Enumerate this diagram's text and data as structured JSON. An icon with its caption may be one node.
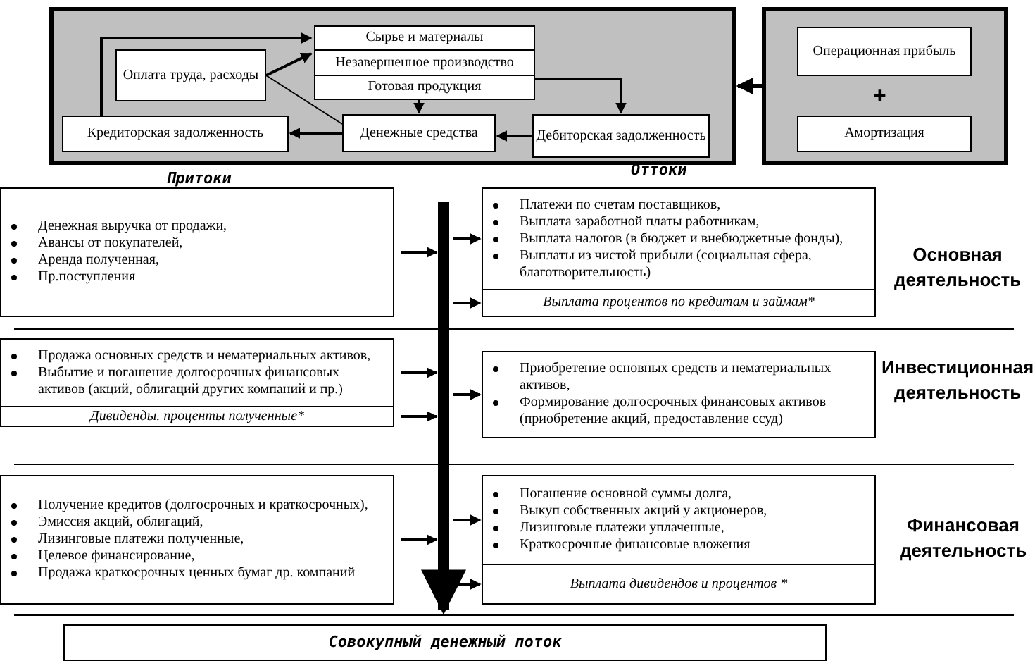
{
  "diagram": {
    "nodes": [
      {
        "text": [],
        "shape": "box"
      },
      {
        "text": [
          "Сырье и материалы"
        ],
        "in": 0
      },
      {
        "text": [
          "Незавершенное производство"
        ],
        "in": 0
      },
      {
        "text": [
          "Готовая продукция"
        ],
        "in": 0
      },
      {
        "text": [
          "Оплата труда, расходы"
        ],
        "in": 0
      },
      {
        "text": [
          "Кредиторская задолженность"
        ],
        "in": 0
      },
      {
        "text": [
          "Денежные средства"
        ],
        "in": 0
      },
      {
        "text": [
          "Дебиторская задолженность"
        ],
        "in": 0
      },
      {
        "text": [],
        "shape": "box"
      },
      {
        "text": [
          "Операционная прибыль"
        ],
        "in": 8
      },
      {
        "text": [
          "Амортизация"
        ],
        "in": 8
      },
      {
        "text": [
          "Денежная выручка от продажи,",
          "Авансы от покупателей,",
          "Аренда полученная,",
          "Пр.поступления"
        ]
      },
      {
        "text": [
          "Платежи по счетам поставщиков,",
          "Выплата заработной платы работникам,",
          "Выплата налогов (в бюджет и внебюджетные фонды),",
          "Выплаты из чистой прибыли (социальная сфера, благотворительность)"
        ]
      },
      {
        "text": [
          "Выплата процентов по кредитам и займам*"
        ]
      },
      {
        "text": [],
        "shape": "bar"
      },
      {
        "text": [
          "Продажа основных средств и нематериальных активов,",
          "Выбытие и погашение долгосрочных финансовых активов (акций, облигаций других компаний и пр.)"
        ]
      },
      {
        "text": [
          "Дивиденды. проценты полученные*"
        ]
      },
      {
        "text": [
          "Приобретение основных средств и нематериальных активов,",
          "Формирование долгосрочных финансовых активов (приобретение акций, предоставление ссуд)"
        ]
      },
      {
        "text": [
          "Получение кредитов (долгосрочных и краткосрочных),",
          "Эмиссия акций, облигаций,",
          "Лизинговые платежи полученные,",
          "Целевое финансирование,",
          "Продажа краткосрочных ценных бумаг др. компаний"
        ]
      },
      {
        "text": [
          "Погашение основной суммы долга,",
          "Выкуп собственных акций у акционеров,",
          "Лизинговые платежи уплаченные,",
          "Краткосрочные финансовые вложения"
        ]
      },
      {
        "text": [
          "Выплата дивидендов и процентов *"
        ]
      },
      {
        "text": [
          "Совокупный денежный поток"
        ]
      }
    ],
    "edges": [
      {
        "from": 5,
        "to": 1,
        "arrow": "to"
      },
      {
        "from": 4,
        "to": 2,
        "arrow": "to"
      },
      {
        "from": 4,
        "to": 6,
        "arrow": "none"
      },
      {
        "from": 3,
        "to": 6,
        "arrow": "to"
      },
      {
        "from": 3,
        "to": 7,
        "arrow": "to"
      },
      {
        "from": 7,
        "to": 6,
        "arrow": "to"
      },
      {
        "from": 6,
        "to": 5,
        "arrow": "to"
      },
      {
        "from": 8,
        "to": 0,
        "arrow": "to"
      },
      {
        "from": 11,
        "to": 14,
        "arrow": "to"
      },
      {
        "from": 14,
        "to": 12,
        "arrow": "to"
      },
      {
        "from": 14,
        "to": 13,
        "arrow": "to"
      },
      {
        "from": 15,
        "to": 14,
        "arrow": "to"
      },
      {
        "from": 16,
        "to": 14,
        "arrow": "to"
      },
      {
        "from": 14,
        "to": 17,
        "arrow": "to"
      },
      {
        "from": 18,
        "to": 14,
        "arrow": "to"
      },
      {
        "from": 14,
        "to": 19,
        "arrow": "to"
      },
      {
        "from": 14,
        "to": 20,
        "arrow": "to"
      },
      {
        "from": 14,
        "to": 21,
        "arrow": "to",
        "style": "thick"
      }
    ],
    "labels": [
      "+",
      "Притоки",
      "Оттоки",
      "Основная деятельность",
      "Инвестиционная деятельность",
      "Финансовая деятельность"
    ]
  }
}
